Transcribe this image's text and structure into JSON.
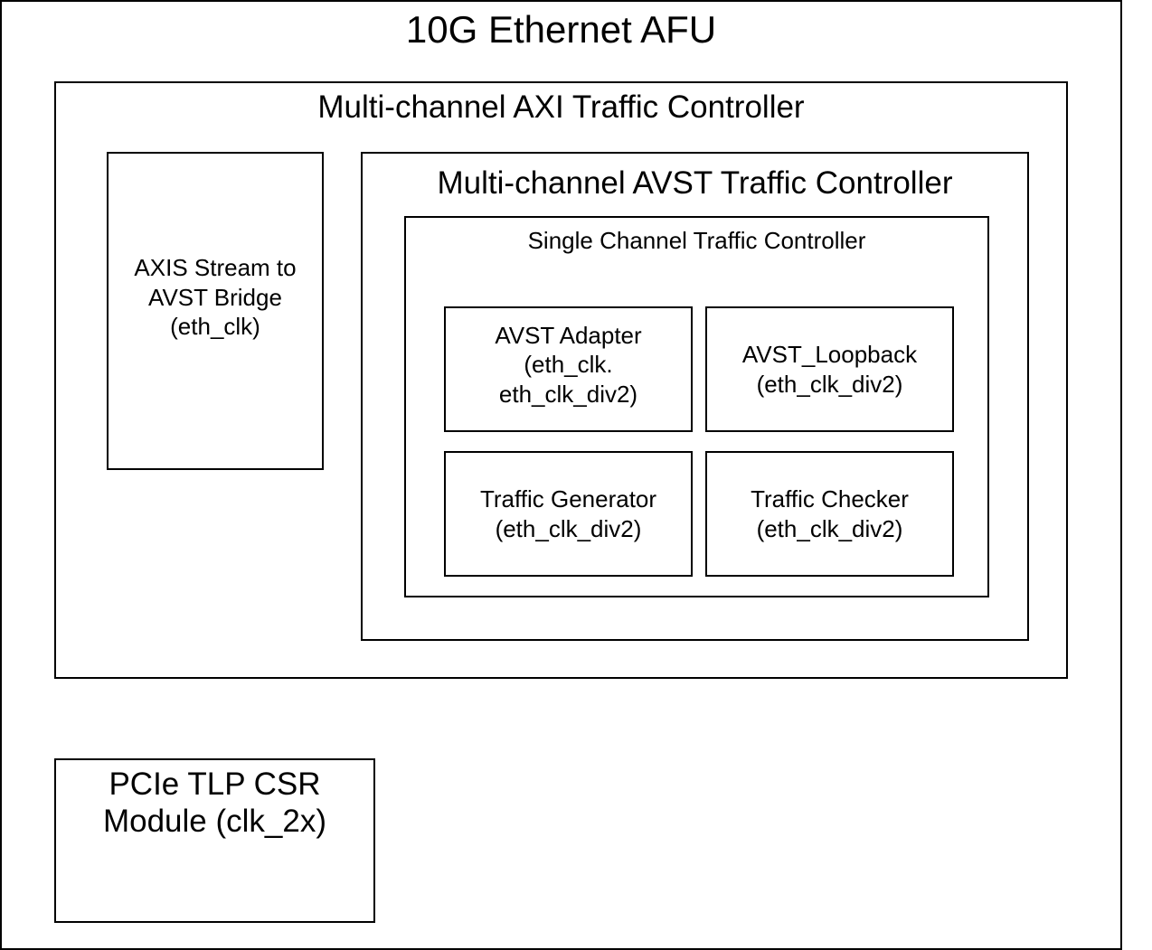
{
  "diagram": {
    "afu": {
      "title": "10G Ethernet AFU"
    },
    "axi_controller": {
      "title": "Multi-channel AXI Traffic Controller"
    },
    "axis_bridge": {
      "label": "AXIS Stream to\nAVST Bridge\n(eth_clk)"
    },
    "avst_controller": {
      "title": "Multi-channel AVST Traffic Controller"
    },
    "single_channel": {
      "title": "Single Channel Traffic Controller"
    },
    "blocks": [
      {
        "label": "AVST Adapter\n(eth_clk.\neth_clk_div2)"
      },
      {
        "label": "AVST_Loopback\n(eth_clk_div2)"
      },
      {
        "label": "Traffic Generator\n(eth_clk_div2)"
      },
      {
        "label": "Traffic Checker\n(eth_clk_div2)"
      }
    ],
    "pcie_csr": {
      "label": "PCIe TLP CSR\nModule (clk_2x)"
    }
  }
}
